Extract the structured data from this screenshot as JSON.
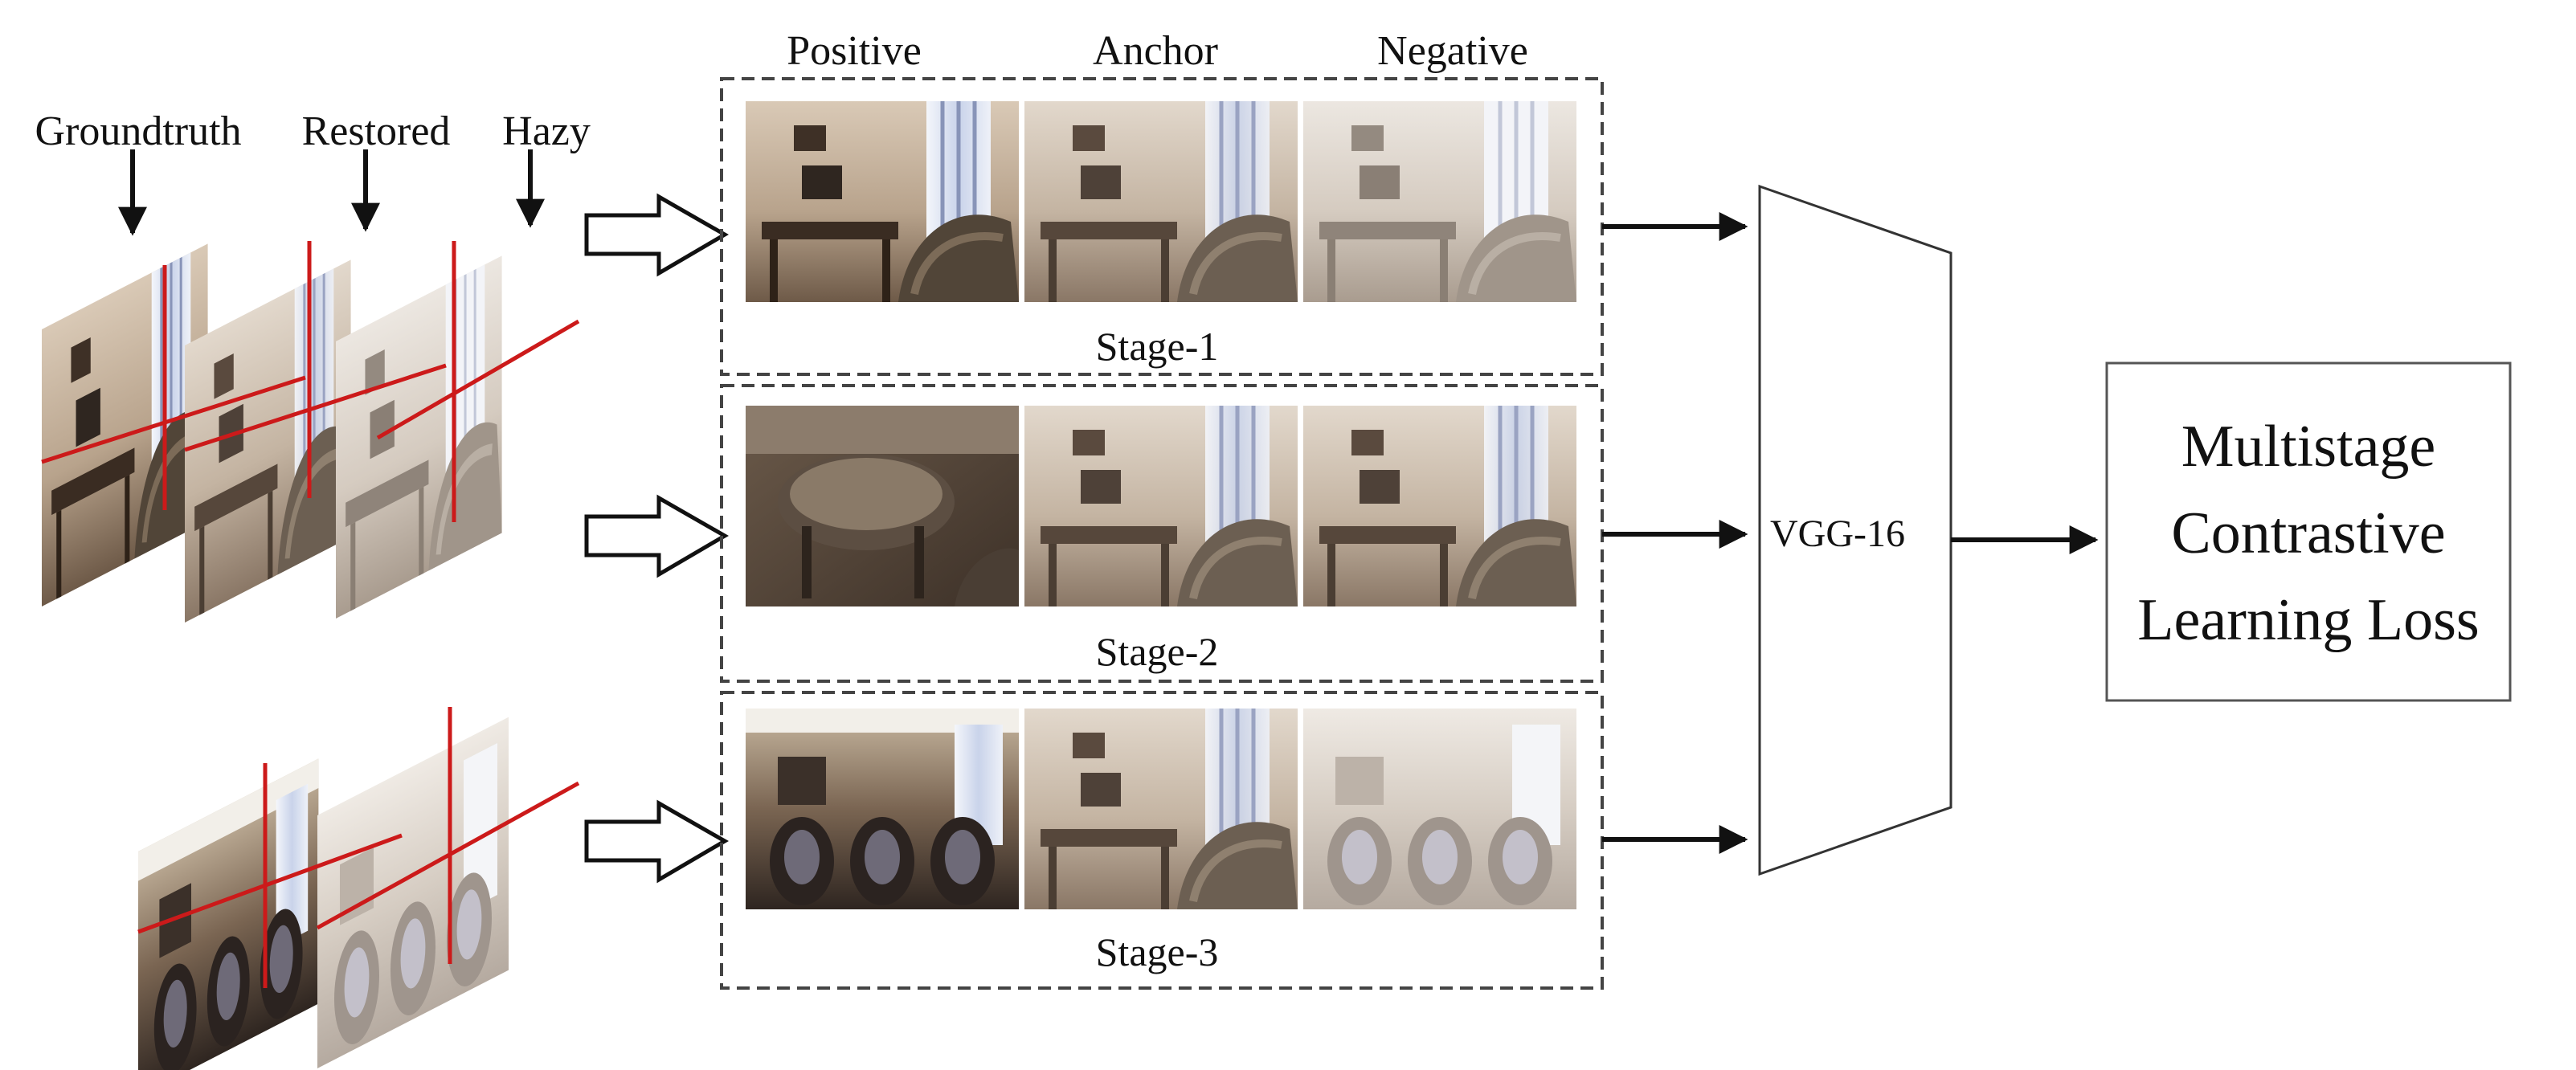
{
  "input_labels": {
    "groundtruth": "Groundtruth",
    "restored": "Restored",
    "hazy": "Hazy"
  },
  "column_headers": {
    "positive": "Positive",
    "anchor": "Anchor",
    "negative": "Negative"
  },
  "stages": [
    {
      "label": "Stage-1"
    },
    {
      "label": "Stage-2"
    },
    {
      "label": "Stage-3"
    }
  ],
  "encoder": {
    "label": "VGG-16"
  },
  "loss": {
    "line1": "Multistage",
    "line2": "Contrastive",
    "line3": "Learning Loss"
  },
  "colors": {
    "red_line": "#cc1a1a",
    "frame": "#444444",
    "arrow": "#111111"
  }
}
